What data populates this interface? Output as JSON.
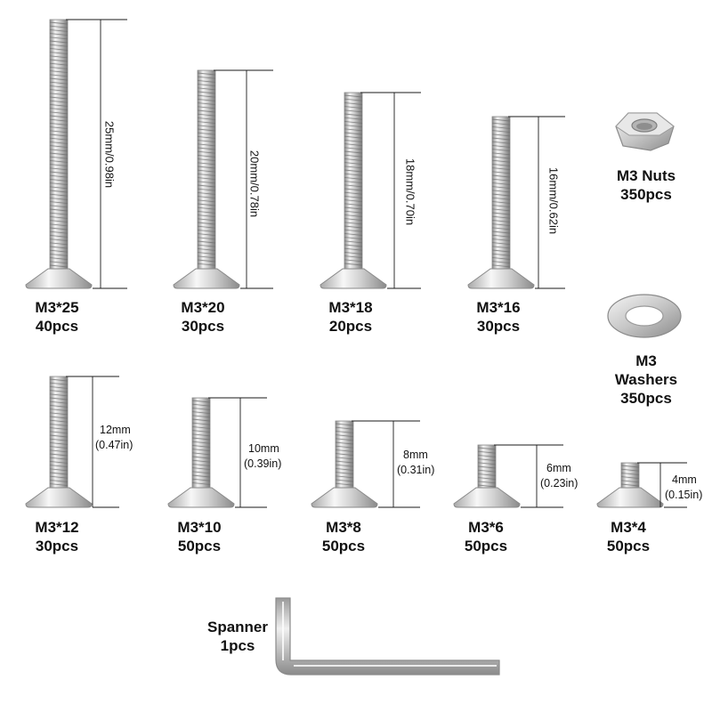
{
  "colors": {
    "steel_light": "#f2f2f2",
    "steel_mid": "#c4c4c4",
    "steel_dark": "#7d7d7d",
    "dim_line": "#1a1a1a"
  },
  "screws": [
    {
      "name": "M3*25",
      "qty": "40pcs",
      "length": "25mm/0.98in"
    },
    {
      "name": "M3*20",
      "qty": "30pcs",
      "length": "20mm/0.78in"
    },
    {
      "name": "M3*18",
      "qty": "20pcs",
      "length": "18mm/0.70in"
    },
    {
      "name": "M3*16",
      "qty": "30pcs",
      "length": "16mm/0.62in"
    },
    {
      "name": "M3*12",
      "qty": "30pcs",
      "length_mm": "12mm",
      "length_in": "(0.47in)"
    },
    {
      "name": "M3*10",
      "qty": "50pcs",
      "length_mm": "10mm",
      "length_in": "(0.39in)"
    },
    {
      "name": "M3*8",
      "qty": "50pcs",
      "length_mm": "8mm",
      "length_in": "(0.31in)"
    },
    {
      "name": "M3*6",
      "qty": "50pcs",
      "length_mm": "6mm",
      "length_in": "(0.23in)"
    },
    {
      "name": "M3*4",
      "qty": "50pcs",
      "length_mm": "4mm",
      "length_in": "(0.15in)"
    }
  ],
  "nuts": {
    "line1": "M3 Nuts",
    "line2": "350pcs",
    "icon": "hex-nut-icon"
  },
  "washers": {
    "line1": "M3",
    "line2": "Washers",
    "line3": "350pcs",
    "icon": "washer-icon"
  },
  "spanner": {
    "line1": "Spanner",
    "line2": "1pcs",
    "icon": "hex-key-icon"
  }
}
